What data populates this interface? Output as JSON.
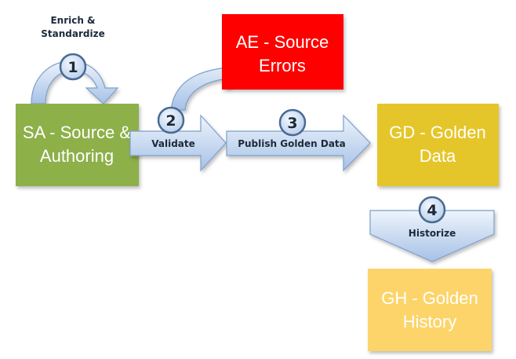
{
  "boxes": {
    "sa": {
      "line1": "SA - Source &",
      "line2": "Authoring",
      "color": "#8db04a"
    },
    "ae": {
      "line1": "AE - Source",
      "line2": "Errors",
      "color": "#ff0000"
    },
    "gd": {
      "line1": "GD - Golden",
      "line2": "Data",
      "color": "#e5c629"
    },
    "gh": {
      "line1": "GH - Golden",
      "line2": "History",
      "color": "#fcd46a"
    }
  },
  "steps": {
    "enrich": {
      "number": "1",
      "label_line1": "Enrich &",
      "label_line2": "Standardize"
    },
    "validate": {
      "number": "2",
      "label": "Validate"
    },
    "publish": {
      "number": "3",
      "label": "Publish Golden Data"
    },
    "historize": {
      "number": "4",
      "label": "Historize"
    }
  },
  "colors": {
    "arrow_fill_light": "#e8f0fb",
    "arrow_fill_dark": "#a9c3e6",
    "arrow_stroke": "#7e9fcc",
    "circle_fill": "#cfe0f4",
    "circle_stroke": "#4a6a94"
  }
}
